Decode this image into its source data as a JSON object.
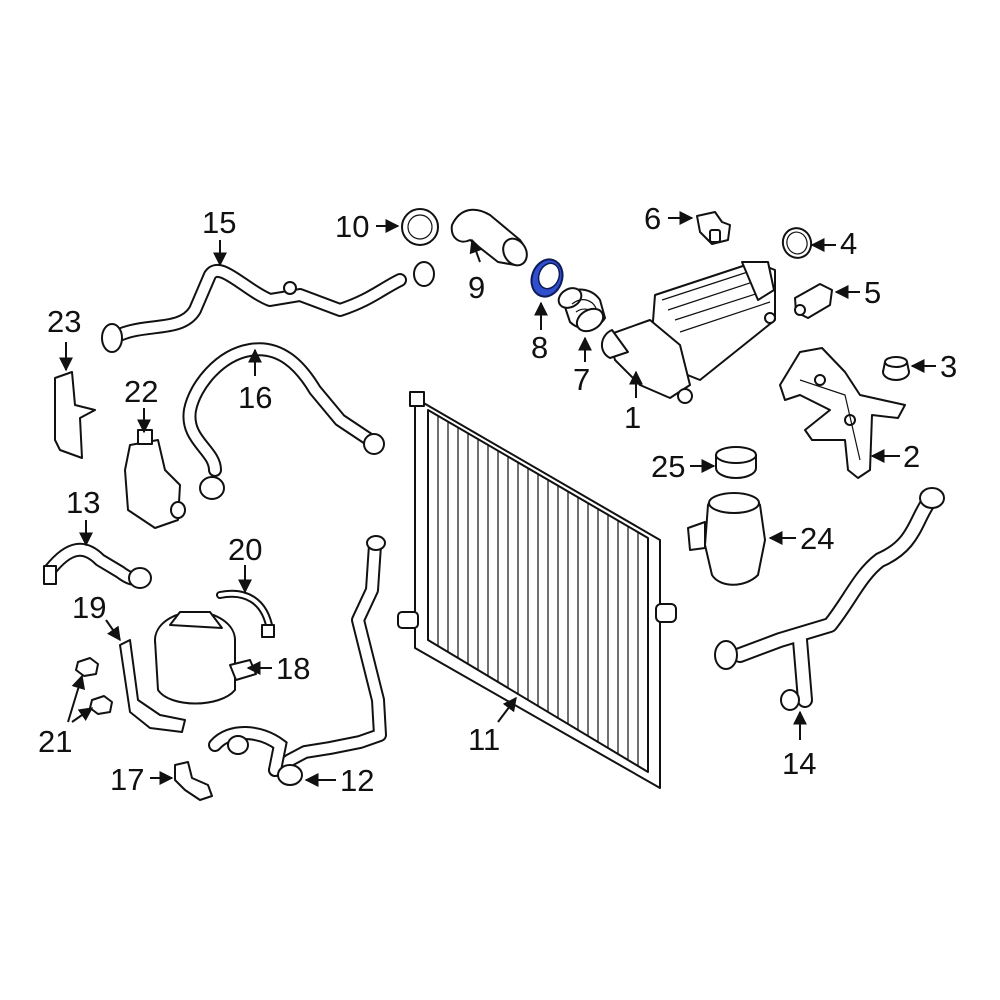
{
  "diagram": {
    "highlight_color": "#2f4fcf",
    "callouts": [
      "1",
      "2",
      "3",
      "4",
      "5",
      "6",
      "7",
      "8",
      "9",
      "10",
      "11",
      "12",
      "13",
      "14",
      "15",
      "16",
      "17",
      "18",
      "19",
      "20",
      "21",
      "22",
      "23",
      "24",
      "25"
    ],
    "highlighted_part": "8"
  }
}
